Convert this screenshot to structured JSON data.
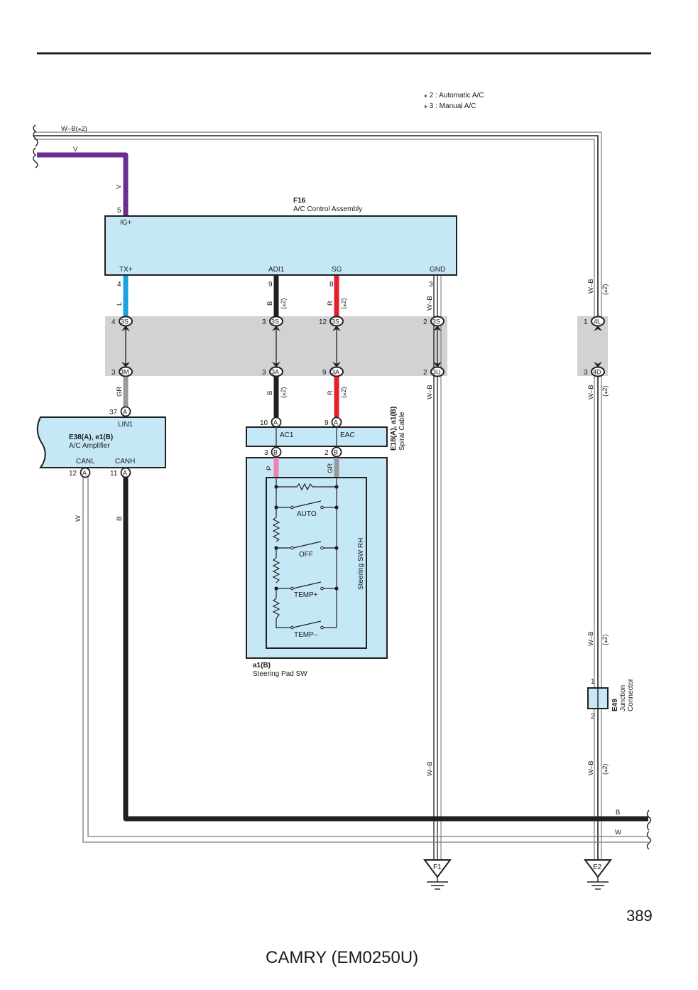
{
  "notes": [
    "⁎ 2 : Automatic A/C",
    "⁎ 3 : Manual A/C"
  ],
  "page_number": "389",
  "footer": "CAMRY (EM0250U)",
  "colors": {
    "violet": "#6c2e92",
    "blue": "#1aa3e0",
    "black": "#231f20",
    "red": "#e5202a",
    "gray": "#9a9a9a",
    "pink": "#ef82b4",
    "component_fill": "#c5e8f7",
    "connector_band": "#d1d2d4"
  },
  "wires": {
    "wb_top": "W–B(⁎2)",
    "v_top": "V",
    "v_vert": "V",
    "l": "L",
    "b": "B",
    "r": "R",
    "wb": "W–B",
    "star2": "(⁎2)",
    "gr": "GR",
    "p": "P",
    "w": "W",
    "b_bottom": "B",
    "w_bottom": "W"
  },
  "f16": {
    "code": "F16",
    "name": "A/C Control Assembly",
    "pins": {
      "ig_plus": {
        "num": "5",
        "label": "IG+"
      },
      "tx_plus": {
        "num": "4",
        "label": "TX+"
      },
      "adi1": {
        "num": "9",
        "label": "ADI1"
      },
      "sg": {
        "num": "8",
        "label": "SG"
      },
      "gnd": {
        "num": "3",
        "label": "GND"
      }
    }
  },
  "junctions": {
    "j1_top": {
      "pin": "4",
      "code": "3S"
    },
    "j1_bot": {
      "pin": "3",
      "code": "3M"
    },
    "j2_top": {
      "pin": "3",
      "code": "3S"
    },
    "j2_bot": {
      "pin": "3",
      "code": "3A"
    },
    "j3_top": {
      "pin": "12",
      "code": "3S"
    },
    "j3_bot": {
      "pin": "9",
      "code": "3A"
    },
    "j4_top": {
      "pin": "2",
      "code": "3S"
    },
    "j4_bot": {
      "pin": "2",
      "code": "3U"
    },
    "j5_top": {
      "pin": "1",
      "code": "4L"
    },
    "j5_bot": {
      "pin": "3",
      "code": "4D"
    }
  },
  "amplifier": {
    "code": "E38(A), e1(B)",
    "name": "A/C Amplifier",
    "lin1": {
      "num": "37",
      "conn": "A",
      "label": "LIN1"
    },
    "canl": {
      "num": "12",
      "conn": "A",
      "label": "CANL"
    },
    "canh": {
      "num": "11",
      "conn": "A",
      "label": "CANH"
    }
  },
  "spiral_cable": {
    "code": "E18(A), a1(B)",
    "name": "Spiral Cable",
    "ac1": {
      "num_top": "10",
      "conn_top": "A",
      "label": "AC1",
      "num_bot": "3",
      "conn_bot": "B"
    },
    "eac": {
      "num_top": "9",
      "conn_top": "A",
      "label": "EAC",
      "num_bot": "2",
      "conn_bot": "B"
    }
  },
  "steering_pad": {
    "code": "a1(B)",
    "name": "Steering Pad SW",
    "inner_label": "Steering SW RH",
    "switches": [
      "AUTO",
      "OFF",
      "TEMP+",
      "TEMP–"
    ]
  },
  "junction_connector": {
    "code": "E49",
    "name_line1": "Junction",
    "name_line2": "Connector",
    "pin_top": "1",
    "pin_bot": "2"
  },
  "grounds": {
    "f1": "F1",
    "e2": "E2"
  }
}
